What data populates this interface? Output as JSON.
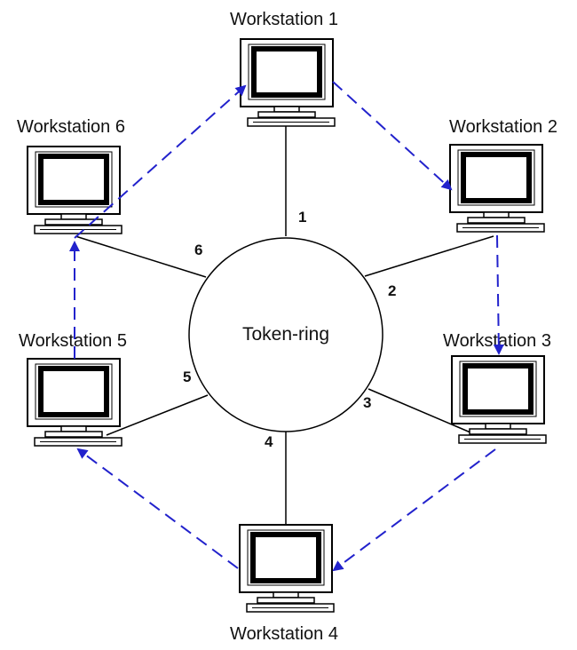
{
  "ring": {
    "label": "Token-ring"
  },
  "workstations": [
    {
      "id": 1,
      "label": "Workstation 1",
      "link_label": "1"
    },
    {
      "id": 2,
      "label": "Workstation 2",
      "link_label": "2"
    },
    {
      "id": 3,
      "label": "Workstation 3",
      "link_label": "3"
    },
    {
      "id": 4,
      "label": "Workstation 4",
      "link_label": "4"
    },
    {
      "id": 5,
      "label": "Workstation 5",
      "link_label": "5"
    },
    {
      "id": 6,
      "label": "Workstation 6",
      "link_label": "6"
    }
  ],
  "token_path": [
    "Workstation 1",
    "Workstation 2",
    "Workstation 3",
    "Workstation 4",
    "Workstation 5",
    "Workstation 6",
    "Workstation 1"
  ],
  "colors": {
    "token_arrow": "#2222cc",
    "lines": "#000000",
    "background": "#ffffff"
  },
  "icons": {
    "workstation": "desktop-computer-icon"
  }
}
